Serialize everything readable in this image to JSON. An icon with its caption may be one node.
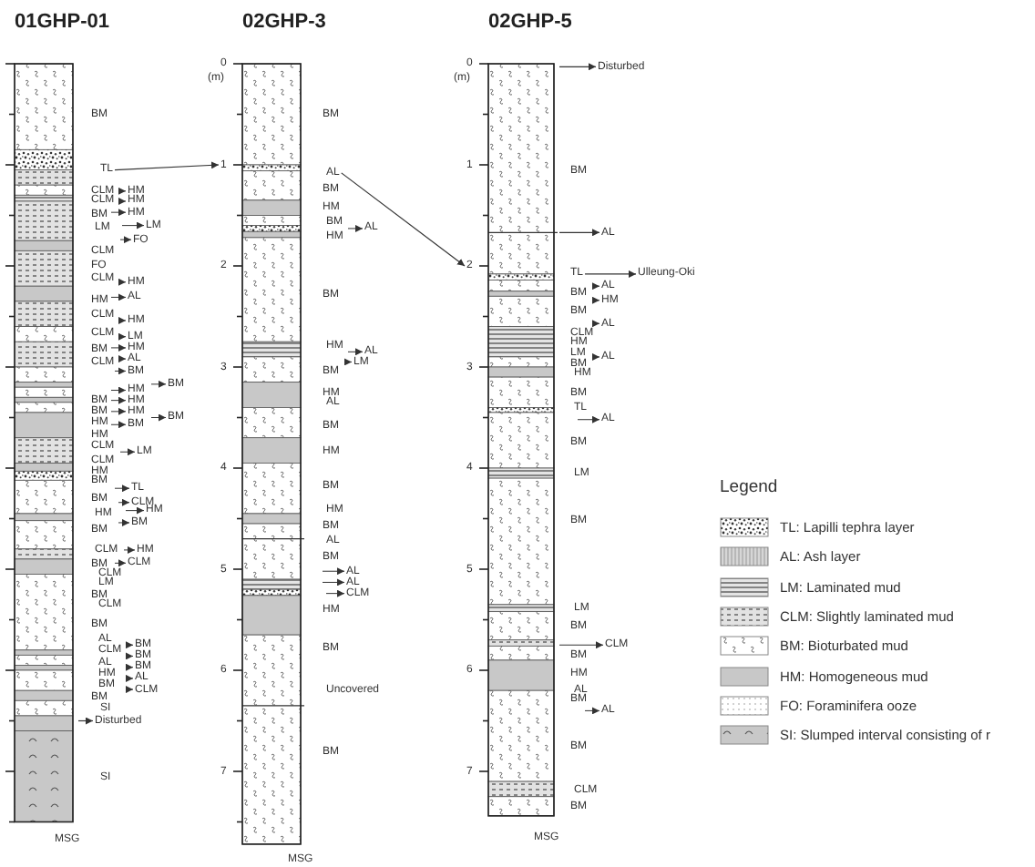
{
  "diagram": {
    "nodes": [
      {
        "text": [],
        "shape": "bar"
      },
      {
        "text": [
          "TL"
        ]
      },
      {
        "text": [
          "Disturbed"
        ]
      },
      {
        "text": [],
        "shape": "bar"
      },
      {
        "text": [
          "1"
        ]
      },
      {
        "text": [
          "AL"
        ]
      },
      {
        "text": [],
        "shape": "bar"
      },
      {
        "text": [
          "Disturbed"
        ]
      },
      {
        "text": [
          "2"
        ]
      },
      {
        "text": [
          "TL"
        ]
      },
      {
        "text": [
          "Ulleung-Oki"
        ]
      },
      {
        "text": [
          "AL"
        ]
      },
      {
        "text": [
          "CLM"
        ]
      }
    ],
    "edges": [
      {
        "from": 1,
        "to": 4,
        "arrow": "to"
      },
      {
        "from": 0,
        "to": 2,
        "arrow": "to"
      },
      {
        "from": 5,
        "to": 8,
        "arrow": "to"
      },
      {
        "from": 6,
        "to": 7,
        "arrow": "to"
      },
      {
        "from": 9,
        "to": 10,
        "arrow": "to"
      },
      {
        "from": 6,
        "to": 11,
        "arrow": "to"
      },
      {
        "from": 6,
        "to": 12,
        "arrow": "to"
      }
    ],
    "labels": [
      "01GHP-01",
      "02GHP-3",
      "02GHP-5",
      "BM",
      "CLM",
      "HM",
      "CLM",
      "HM",
      "BM",
      "HM",
      "LM",
      "LM",
      "FO",
      "CLM",
      "FO",
      "CLM",
      "HM",
      "HM",
      "AL",
      "CLM",
      "HM",
      "CLM",
      "LM",
      "BM",
      "HM",
      "CLM",
      "AL",
      "BM",
      "BM",
      "HM",
      "BM",
      "HM",
      "BM",
      "HM",
      "BM",
      "HM",
      "BM",
      "HM",
      "CLM",
      "LM",
      "CLM",
      "HM",
      "BM",
      "TL",
      "BM",
      "CLM",
      "HM",
      "HM",
      "BM",
      "BM",
      "CLM",
      "HM",
      "BM",
      "CLM",
      "CLM",
      "LM",
      "BM",
      "CLM",
      "BM",
      "AL",
      "BM",
      "CLM",
      "BM",
      "AL",
      "BM",
      "HM",
      "AL",
      "BM",
      "CLM",
      "BM",
      "SI",
      "SI",
      "MSG",
      "0",
      "(m)",
      "2",
      "3",
      "4",
      "5",
      "6",
      "7",
      "BM",
      "BM",
      "HM",
      "BM",
      "AL",
      "HM",
      "BM",
      "HM",
      "AL",
      "LM",
      "BM",
      "HM",
      "AL",
      "BM",
      "HM",
      "BM",
      "HM",
      "BM",
      "AL",
      "BM",
      "AL",
      "AL",
      "CLM",
      "HM",
      "BM",
      "Uncovered",
      "BM",
      "MSG",
      "0",
      "(m)",
      "1",
      "3",
      "4",
      "5",
      "6",
      "7",
      "BM",
      "AL",
      "BM",
      "HM",
      "BM",
      "AL",
      "CLM",
      "HM",
      "LM",
      "AL",
      "BM",
      "HM",
      "BM",
      "TL",
      "AL",
      "BM",
      "LM",
      "BM",
      "LM",
      "BM",
      "BM",
      "HM",
      "AL",
      "BM",
      "AL",
      "BM",
      "CLM",
      "BM",
      "MSG",
      "Legend"
    ],
    "legend": [
      {
        "text": "TL: Lapilli tephra layer"
      },
      {
        "text": "AL: Ash layer"
      },
      {
        "text": "LM: Laminated mud"
      },
      {
        "text": "CLM: Slightly laminated mud"
      },
      {
        "text": "BM: Bioturbated mud"
      },
      {
        "text": "HM: Homogeneous mud"
      },
      {
        "text": "FO: Foraminifera ooze"
      },
      {
        "text": "SI: Slumped interval consisting of r"
      }
    ]
  }
}
